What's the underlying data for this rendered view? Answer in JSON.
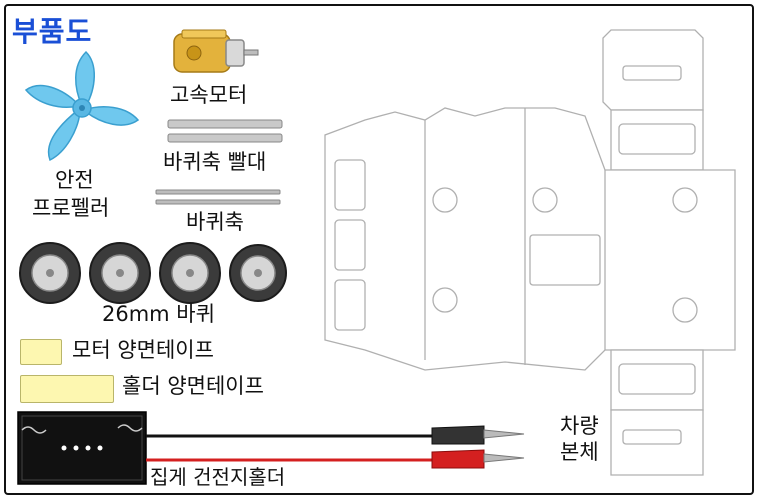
{
  "title": "부품도",
  "parts": {
    "motor": "고속모터",
    "straw": "바퀴축 빨대",
    "axle": "바퀴축",
    "propeller_line1": "안전",
    "propeller_line2": "프로펠러",
    "wheels": "26mm 바퀴",
    "motor_tape": "모터 양면테이프",
    "holder_tape": "홀더 양면테이프",
    "battery_holder": "집게 건전지홀더",
    "body_line1": "차량",
    "body_line2": "본체"
  },
  "colors": {
    "title": "#1a4fd6",
    "propeller": "#6fc8ee",
    "motor_body": "#e3b23c",
    "tape": "#fdf7b0",
    "wire_black": "#111111",
    "wire_red": "#d42020",
    "clip_black": "#333333",
    "clip_red": "#d42020"
  },
  "icons": [
    "propeller-icon",
    "motor-icon",
    "wheel-icon",
    "battery-holder-icon",
    "alligator-clip-icon",
    "car-body-net-icon"
  ]
}
